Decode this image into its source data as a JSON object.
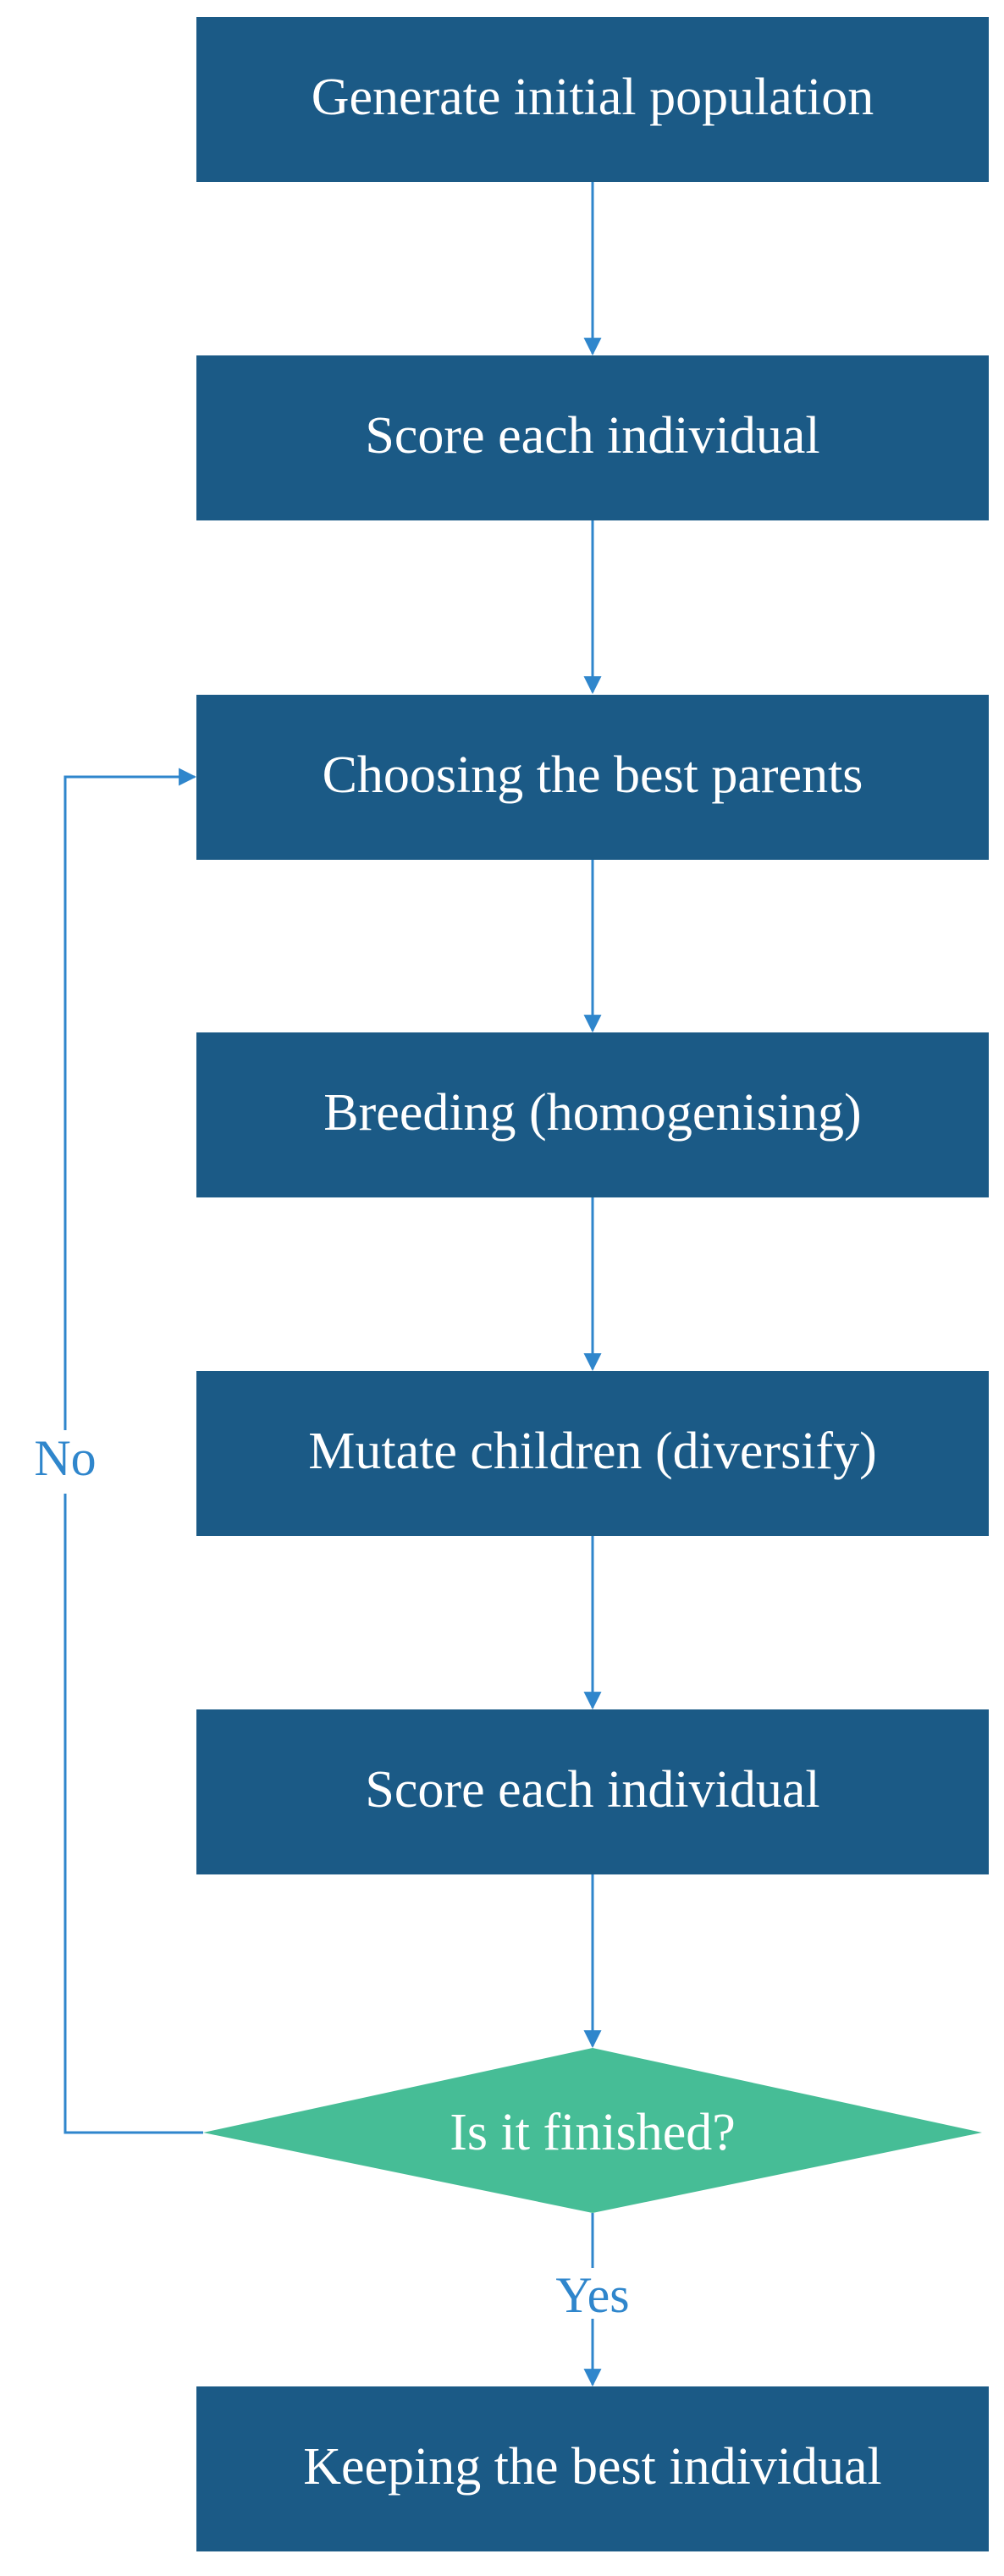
{
  "diagram": {
    "colors": {
      "box_fill": "#1b5a86",
      "decision_fill": "#46bd96",
      "connector": "#2f86cc",
      "text": "#ffffff"
    },
    "steps": [
      "Generate initial population",
      "Score each individual",
      "Choosing the best parents",
      "Breeding (homogenising)",
      "Mutate children (diversify)",
      "Score each individual"
    ],
    "decision": "Is it finished?",
    "final_step": "Keeping the best individual",
    "loop_label": "No",
    "exit_label": "Yes"
  }
}
